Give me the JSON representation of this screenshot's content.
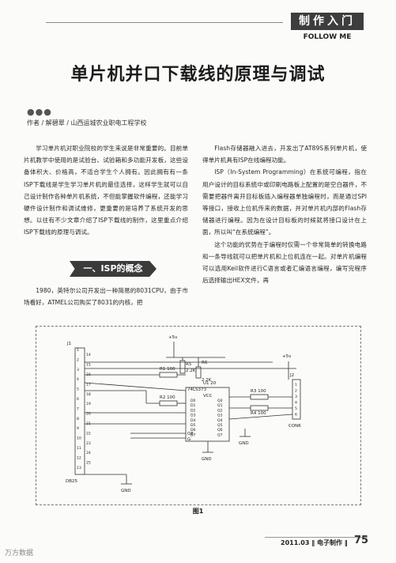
{
  "header": {
    "section_tab": "制作入门",
    "section_sub": "FOLLOW ME"
  },
  "article": {
    "title": "单片机并口下载线的原理与调试",
    "dots": "●●●",
    "authors": "作者 / 解碧翠 / 山西运城农业职电工程学校",
    "intro_paragraph": "学习单片机对职业院校的学生来说是非常重要的。目前单片机教学中使用的是试验台、试验箱和多功能开发板，这些设备体积大、价格高，不适合学生个人拥有。因此拥有有一条ISP下载线是学生学习单片机的最佳选择，这样学生就可以自己设计制作各种单片机系统，不但能掌握软件编程，还能学习硬件设计制作和调试维修，更重要的是培养了系统开发的思想。以往有不少文章介绍了ISP下载线的制作，这里重点介绍ISP下载线的原理与调试。",
    "subheading": "一、ISP的概念",
    "isp_paragraph": "1980，英特尔公司开发出一种简易的8031CPU，由于市场看好，ATMEL公司购买了8031的内核，把",
    "right_p1": "Flash存储器融入进去，开发出了AT89S系列单片机，使得单片机具有ISP在线编程功能。",
    "right_p2": "ISP（In-System Programming）在系统可编程，指在用户设计的目标系统中或印刷电路板上配置的是空白器件，不需要把器件离开目标板插入编程器单独编程时，而是通过SPI等接口，接收上位机传来的数据，并对单片机内部的Flash存储器进行编程。因为在设计目标板的时候就将接口设计在上面，所以叫“在系统编程”。",
    "right_p3": "这个功能的优势在于编程时仅需一个非常简单的转换电路和一条导线就可以把单片机和上位机连在一起。对单片机编程可以选用Keil软件进行C语言或者汇编语言编程，编写完程序后选择输出HEX文件，再"
  },
  "figure": {
    "caption": "图1",
    "labels": {
      "vcc_top": "+5v",
      "vcc_right": "+5v",
      "j1": "J1",
      "j2": "J2",
      "db25": "DB25",
      "con6": "CON6",
      "gnd1": "GND",
      "gnd2": "GND",
      "gnd3": "GND",
      "r1": "R1 100",
      "r2": "R2 100",
      "r3": "R3 100",
      "r4": "R4 100",
      "r5": "R5",
      "r5v": "2.2K",
      "r6": "R6",
      "r6v": "2.2K",
      "u1": "U1 20",
      "u1type": "74LS373",
      "vcc": "VCC",
      "oe": "OE",
      "gle": "G",
      "db_pins": [
        "1",
        "14",
        "2",
        "15",
        "3",
        "16",
        "4",
        "17",
        "5",
        "18",
        "6",
        "19",
        "7",
        "20",
        "8",
        "21",
        "9",
        "22",
        "10",
        "23",
        "11",
        "24",
        "12",
        "25",
        "13"
      ],
      "u1_in": [
        "D0",
        "D1",
        "D2",
        "D3",
        "D4",
        "D5",
        "D6",
        "D7"
      ],
      "u1_out": [
        "Q0",
        "Q1",
        "Q2",
        "Q3",
        "Q4",
        "Q5",
        "Q6",
        "Q7"
      ],
      "j2_pins": [
        "1",
        "2",
        "3",
        "4",
        "5",
        "6"
      ]
    }
  },
  "footer": {
    "issue": "2011.03 ‖ 电子制作 ‖",
    "page": "75",
    "watermark": "万方数据"
  }
}
